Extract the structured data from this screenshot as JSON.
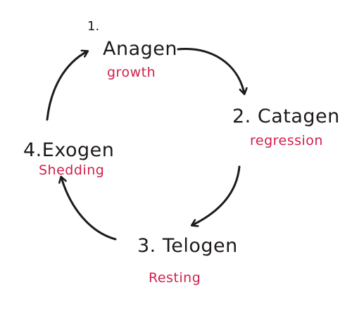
{
  "colors": {
    "ink": "#1e1a1a",
    "accent": "#d11f4a"
  },
  "stages": [
    {
      "number": "1.",
      "name": "Anagen",
      "description": "growth"
    },
    {
      "name": "2. Catagen",
      "description": "regression"
    },
    {
      "name": "3. Telogen",
      "description": "Resting"
    },
    {
      "name": "4.Exogen",
      "description": "Shedding"
    }
  ]
}
